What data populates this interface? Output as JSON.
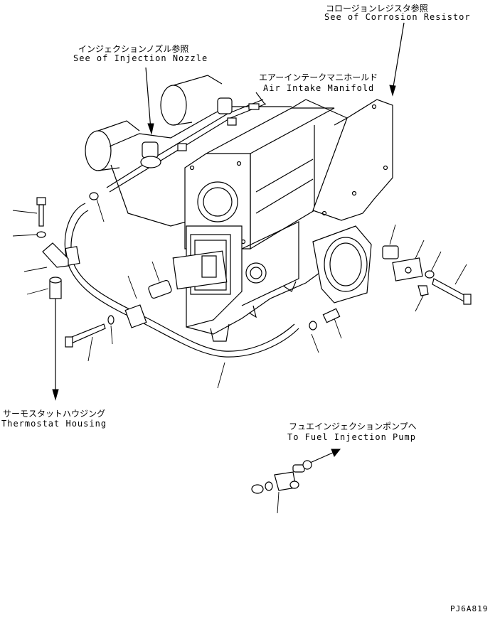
{
  "labels": {
    "corrosion_resistor_ja": "コロージョンレジスタ参照",
    "corrosion_resistor_en": "See of Corrosion Resistor",
    "injection_nozzle_ja": "インジェクションノズル参照",
    "injection_nozzle_en": "See of Injection Nozzle",
    "air_intake_ja": "エアーインテークマニホールド",
    "air_intake_en": "Air Intake Manifold",
    "thermostat_ja": "サーモスタットハウジング",
    "thermostat_en": "Thermostat Housing",
    "fuel_pump_ja": "フュエインジェクションポンプへ",
    "fuel_pump_en": "To Fuel Injection Pump",
    "drawing_code": "PJ6A819"
  }
}
